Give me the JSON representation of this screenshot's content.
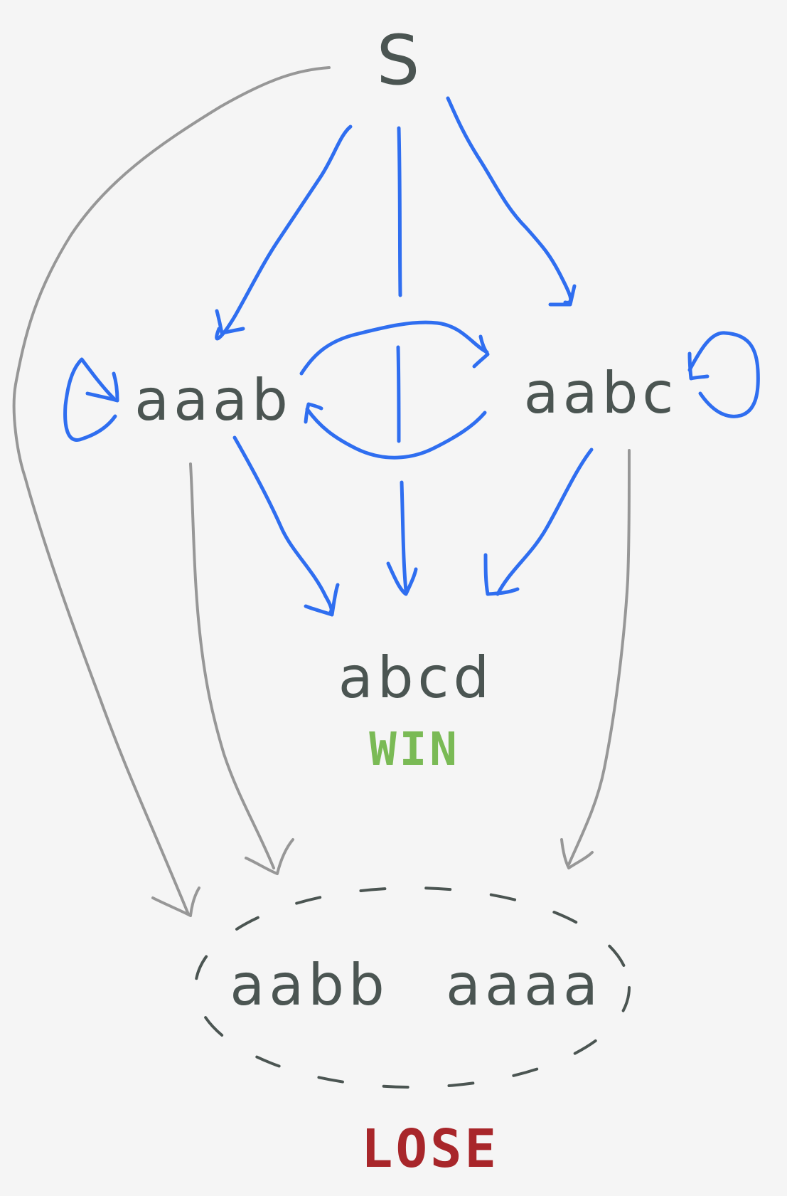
{
  "diagram": {
    "start": {
      "label": "S"
    },
    "states": {
      "aaab": {
        "label": "aaab"
      },
      "aabc": {
        "label": "aabc"
      },
      "abcd": {
        "label": "abcd",
        "tag": "WIN"
      },
      "aabb": {
        "label": "aabb"
      },
      "aaaa": {
        "label": "aaaa"
      }
    },
    "lose_group": {
      "members": [
        "aabb",
        "aaaa"
      ],
      "tag": "LOSE"
    },
    "colors": {
      "ink": "#4b5552",
      "transition_blue": "#2f6ef0",
      "lose_transition_gray": "#979797",
      "win_green": "#7aba55",
      "lose_red": "#a8262a",
      "background": "#f5f5f5"
    },
    "edges": [
      {
        "from": "S",
        "to": "aaab",
        "color": "blue"
      },
      {
        "from": "S",
        "to": "aabc",
        "color": "blue"
      },
      {
        "from": "S",
        "to": "aabc/aaab",
        "color": "blue",
        "arrowhead": false
      },
      {
        "from": "S",
        "to": "lose_group",
        "color": "gray"
      },
      {
        "from": "aaab",
        "to": "aaab",
        "color": "blue",
        "self_loop": true
      },
      {
        "from": "aabc",
        "to": "aabc",
        "color": "blue",
        "self_loop": true
      },
      {
        "from": "aaab",
        "to": "aabc",
        "color": "blue"
      },
      {
        "from": "aabc",
        "to": "aaab",
        "color": "blue"
      },
      {
        "from": "aaab",
        "to": "abcd",
        "color": "blue"
      },
      {
        "from": "aaab/aabc",
        "to": "abcd",
        "color": "blue"
      },
      {
        "from": "aabc",
        "to": "abcd",
        "color": "blue"
      },
      {
        "from": "aaab",
        "to": "lose_group",
        "color": "gray"
      },
      {
        "from": "aabc",
        "to": "lose_group",
        "color": "gray"
      }
    ]
  }
}
